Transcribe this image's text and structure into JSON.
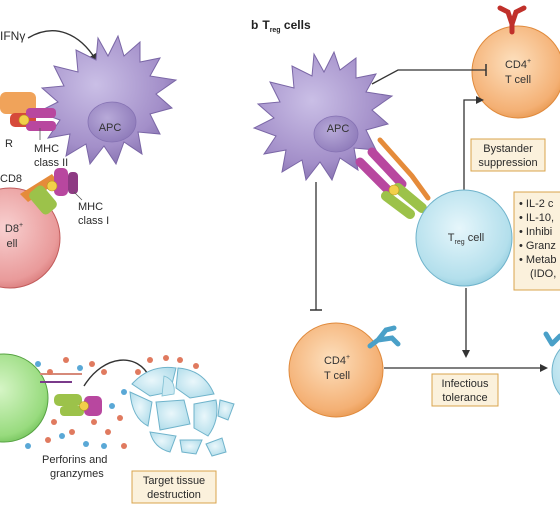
{
  "panel_b": {
    "letter": "b",
    "title_main": "T",
    "title_sub": "reg",
    "title_rest": " cells"
  },
  "left": {
    "ifn": "IFNγ",
    "apc": "APC",
    "receptor_fragment": "R",
    "mhc2_line1": "MHC",
    "mhc2_line2": "class II",
    "cd8_label": "CD8",
    "mhc1_line1": "MHC",
    "mhc1_line2": "class I",
    "cd8_cell_line1": "D8",
    "cd8_cell_sup": "+",
    "cd8_cell_line2": "ell",
    "perforins_line1": "Perforins and",
    "perforins_line2": "granzymes",
    "target_line1": "Target tissue",
    "target_line2": "destruction"
  },
  "right": {
    "apc": "APC",
    "treg_main": "T",
    "treg_sub": "reg",
    "treg_rest": " cell",
    "cd4_top_line1": "CD4",
    "cd4_top_sup": "+",
    "cd4_top_line2": "T cell",
    "cd4_bottom_line1": "CD4",
    "cd4_bottom_sup": "+",
    "cd4_bottom_line2": "T cell",
    "bystander_line1": "Bystander",
    "bystander_line2": "suppression",
    "infectious_line1": "Infectious",
    "infectious_line2": "tolerance",
    "mechanisms": [
      "• IL-2 c",
      "• IL-10,",
      "• Inhibi",
      "• Granz",
      "• Metab",
      "(IDO,"
    ]
  },
  "colors": {
    "apc_purple": "#a491c9",
    "cd4_orange": "#f2a35c",
    "treg_blue": "#a8d8e6",
    "cd8_red": "#e38a8a",
    "ctl_green": "#8dd47a",
    "receptor_magenta": "#c04bb0",
    "tcr_green": "#9cc24a",
    "box_fill": "#fbf1dc",
    "box_border": "#d9a44c"
  }
}
